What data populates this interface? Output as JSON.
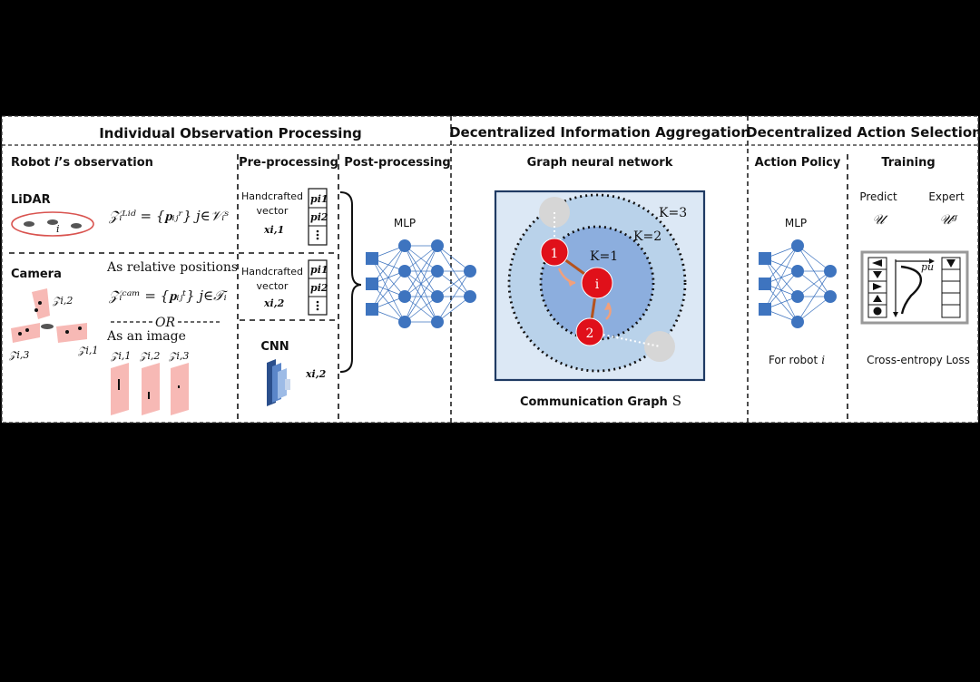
{
  "colors": {
    "panel_bg": "#ffffff",
    "outer_blue": "#dce8f5",
    "ring_blue": "#b9d2ea",
    "inner_blue": "#8caede",
    "node_red": "#e0101a",
    "edge_brown": "#b5521d",
    "net_blue": "#3e74bf",
    "pink": "#f7b9b5"
  },
  "sections": {
    "obs_processing": "Individual Observation Processing",
    "info_aggregation": "Decentralized Information Aggregation",
    "action_selection": "Decentralized Action Selection"
  },
  "observation": {
    "robot_obs_prefix": "Robot ",
    "robot_obs_i": "i",
    "robot_obs_suffix": "’s observation",
    "lidar": "LiDAR",
    "lidar_formula": "𝒵ᵢᴸⁱᵈ = {𝐩ᵢⱼʳ} j∈𝒱ᵢˢ",
    "camera": "Camera",
    "as_relative": "As relative positions",
    "camera_formula": "𝒵ᵢᶜᵃᵐ = {𝐩ᵢⱼᵗ} j∈𝒯ᵢ",
    "or": "OR",
    "as_image": "As an image",
    "z_i1": "𝒵i,1",
    "z_i2": "𝒵i,2",
    "z_i3": "𝒵i,3"
  },
  "preprocessing": {
    "header": "Pre-processing",
    "handcrafted": "Handcrafted",
    "vector": "vector",
    "x_i1": "xi,1",
    "x_i2": "xi,2",
    "cnn": "CNN",
    "x_i2_cnn": "xi,2",
    "p_i1_r": "pi1",
    "p_i2_r": "pi2",
    "p_i1_t": "pi1",
    "p_i2_t": "pi2"
  },
  "postprocessing": {
    "header": "Post-processing",
    "mlp": "MLP"
  },
  "gnn": {
    "header": "Graph neural network",
    "k1": "K=1",
    "k2": "K=2",
    "k3": "K=3",
    "node_1": "1",
    "node_i": "i",
    "node_2": "2",
    "caption": "Communication Graph",
    "caption_symbol": "S"
  },
  "action": {
    "policy_header": "Action Policy",
    "mlp": "MLP",
    "for_robot": "For robot",
    "for_robot_i": "i",
    "training_header": "Training",
    "predict": "Predict",
    "expert": "Expert",
    "u": "𝒰",
    "ug": "𝒰ᵍ",
    "pu": "pu",
    "loss": "Cross-entropy Loss"
  }
}
